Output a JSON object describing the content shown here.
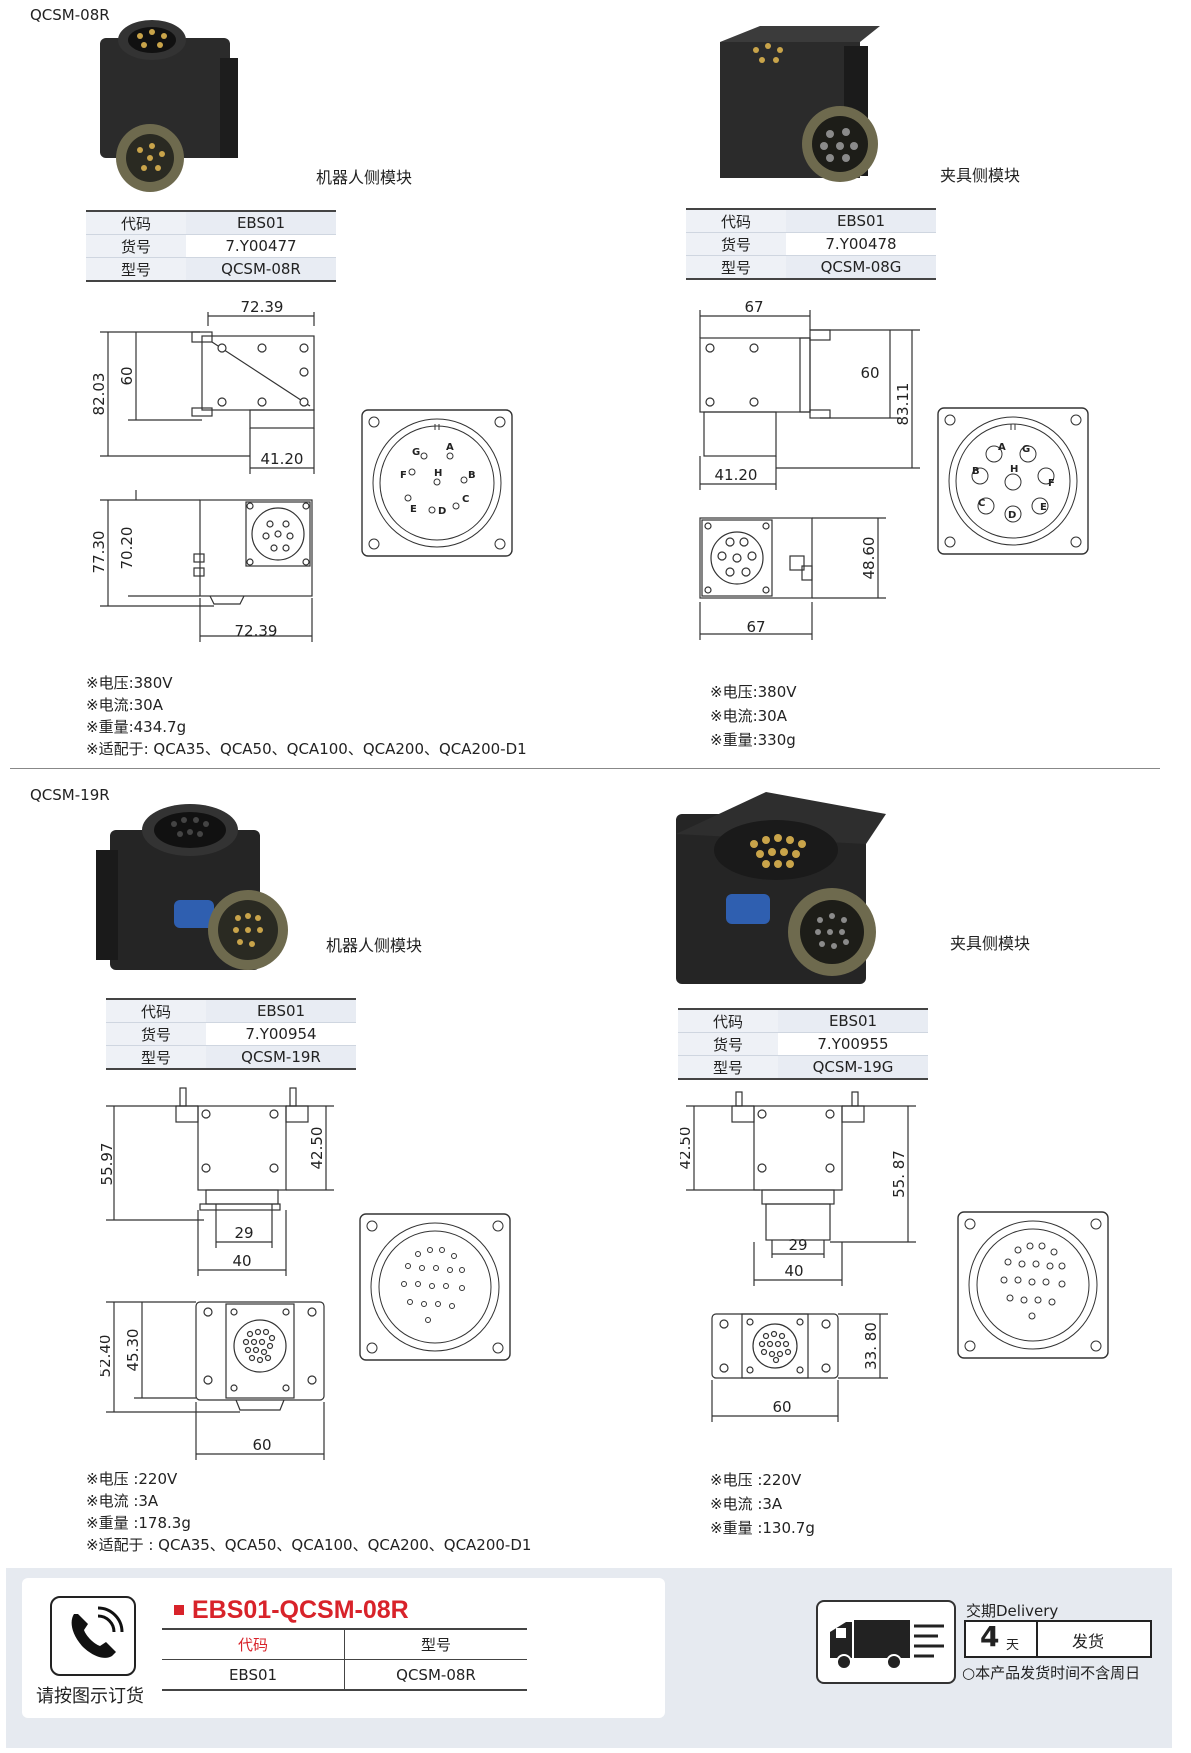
{
  "sections": [
    {
      "series": "QCSM-08R",
      "robot": {
        "caption": "机器人侧模块",
        "specs": [
          {
            "key": "代码",
            "value": "EBS01"
          },
          {
            "key": "货号",
            "value": "7.Y00477"
          },
          {
            "key": "型号",
            "value": "QCSM-08R"
          }
        ],
        "dims": {
          "top_width": "72.39",
          "height_total": "82.03",
          "height_body": "60",
          "depth": "41.20",
          "front_h_total": "77.30",
          "front_h_body": "70.20",
          "front_width": "72.39"
        },
        "pins": [
          "G",
          "A",
          "F",
          "H",
          "B",
          "E",
          "D",
          "C"
        ],
        "notes": [
          "※电压:380V",
          "※电流:30A",
          "※重量:434.7g",
          "※适配于: QCA35、QCA50、QCA100、QCA200、QCA200-D1"
        ]
      },
      "tool": {
        "caption": "夹具侧模块",
        "specs": [
          {
            "key": "代码",
            "value": "EBS01"
          },
          {
            "key": "货号",
            "value": "7.Y00478"
          },
          {
            "key": "型号",
            "value": "QCSM-08G"
          }
        ],
        "dims": {
          "top_width": "67",
          "height_body": "60",
          "height_total": "83.11",
          "depth": "41.20",
          "front_height": "48.60",
          "front_width": "67"
        },
        "pins": [
          "A",
          "G",
          "B",
          "H",
          "F",
          "C",
          "D",
          "E"
        ],
        "notes": [
          "※电压:380V",
          "※电流:30A",
          "※重量:330g"
        ]
      }
    },
    {
      "series": "QCSM-19R",
      "robot": {
        "caption": "机器人侧模块",
        "specs": [
          {
            "key": "代码",
            "value": "EBS01"
          },
          {
            "key": "货号",
            "value": "7.Y00954"
          },
          {
            "key": "型号",
            "value": "QCSM-19R"
          }
        ],
        "dims": {
          "height_total": "55.97",
          "height_body": "42.50",
          "inner_width": "29",
          "width": "40",
          "front_h_total": "52.40",
          "front_h_body": "45.30",
          "front_width": "60"
        },
        "notes": [
          "※电压 :220V",
          "※电流 :3A",
          "※重量 :178.3g",
          "※适配于 : QCA35、QCA50、QCA100、QCA200、QCA200-D1"
        ]
      },
      "tool": {
        "caption": "夹具侧模块",
        "specs": [
          {
            "key": "代码",
            "value": "EBS01"
          },
          {
            "key": "货号",
            "value": "7.Y00955"
          },
          {
            "key": "型号",
            "value": "QCSM-19G"
          }
        ],
        "dims": {
          "height_body": "42.50",
          "height_total": "55. 87",
          "inner_width": "29",
          "width": "40",
          "front_height": "33. 80",
          "front_width": "60"
        },
        "notes": [
          "※电压 :220V",
          "※电流 :3A",
          "※重量 :130.7g"
        ]
      }
    }
  ],
  "footer": {
    "order_title": "EBS01-QCSM-08R",
    "order_headers": [
      "代码",
      "型号"
    ],
    "order_values": [
      "EBS01",
      "QCSM-08R"
    ],
    "order_caption": "请按图示订货",
    "delivery_title": "交期Delivery",
    "delivery_days": "4",
    "delivery_unit": "天",
    "delivery_ship": "发货",
    "delivery_note": "本产品发货时间不含周日"
  }
}
